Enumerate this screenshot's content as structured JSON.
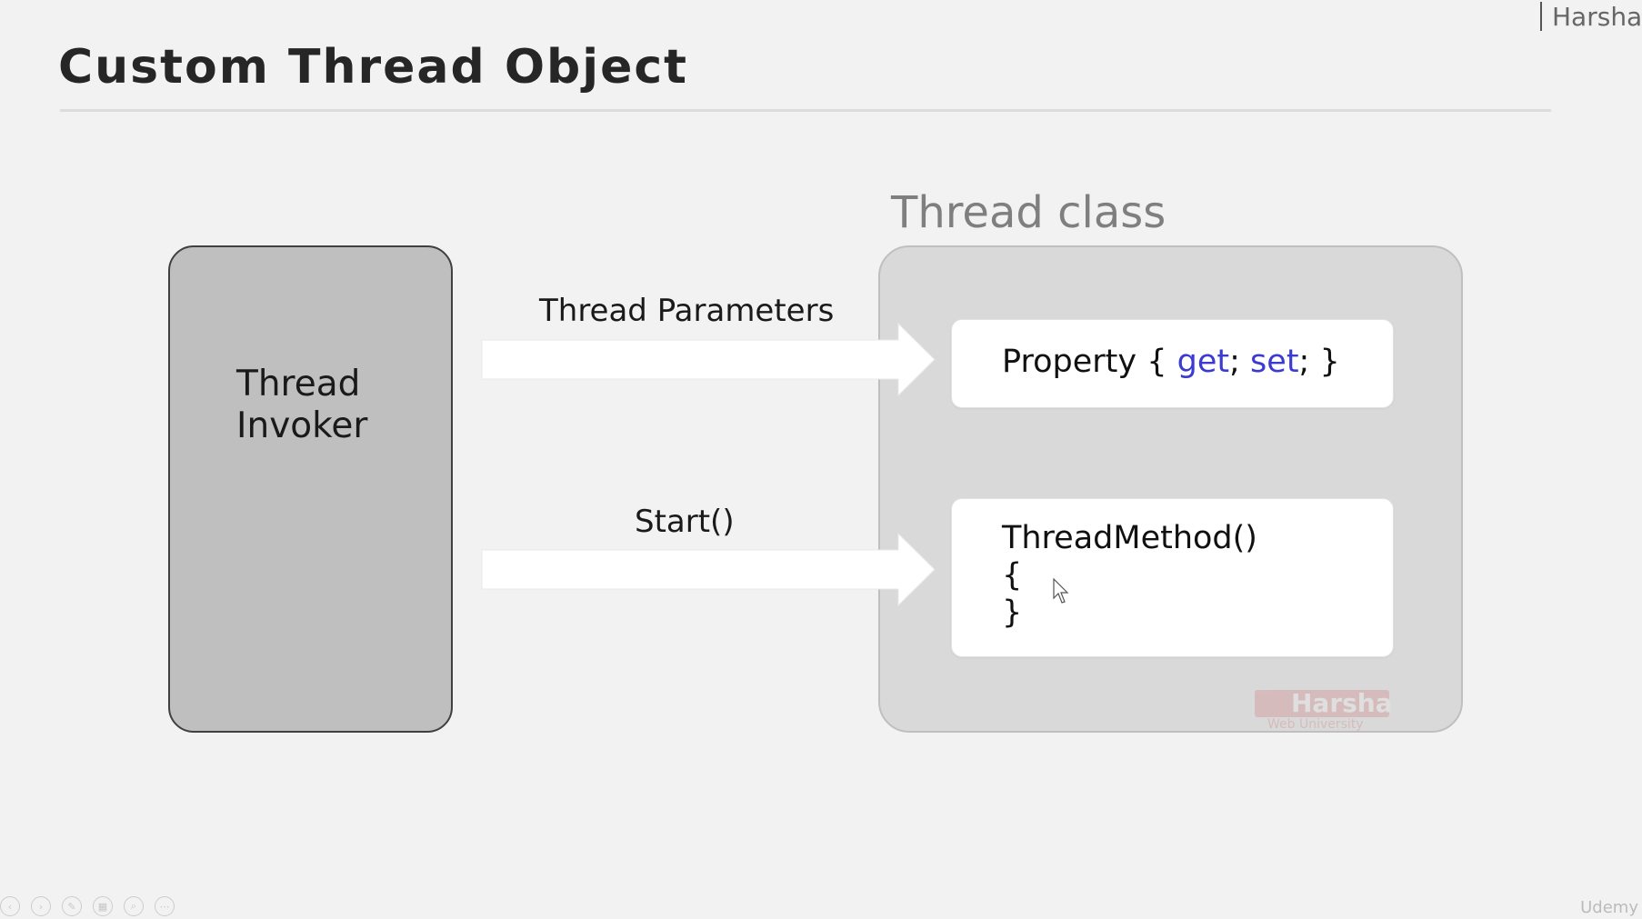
{
  "branding": {
    "top_right": "Harsha",
    "watermark": "Harsha",
    "watermark_sub": "Web University",
    "platform": "Udemy"
  },
  "slide": {
    "title": "Custom Thread Object"
  },
  "diagram": {
    "invoker": {
      "label": "Thread\nInvoker"
    },
    "thread_class": {
      "title": "Thread class"
    },
    "arrows": [
      {
        "label": "Thread Parameters"
      },
      {
        "label": "Start()"
      }
    ],
    "property_card": {
      "name": "Property",
      "open": " { ",
      "get": "get",
      "sep1": "; ",
      "set": "set",
      "close": "; }"
    },
    "method_card": {
      "signature": "ThreadMethod()",
      "open_brace": "{",
      "close_brace": "}"
    }
  },
  "colors": {
    "keyword": "#3b3bd1",
    "invoker_fill": "#bfbfbf",
    "class_fill": "#d9d9d9",
    "background": "#f2f2f2"
  },
  "player_controls": [
    {
      "icon": "back-icon",
      "glyph": "‹"
    },
    {
      "icon": "forward-icon",
      "glyph": "›"
    },
    {
      "icon": "pen-icon",
      "glyph": "✎"
    },
    {
      "icon": "slides-icon",
      "glyph": "▦"
    },
    {
      "icon": "zoom-icon",
      "glyph": "⌕"
    },
    {
      "icon": "more-icon",
      "glyph": "⋯"
    }
  ]
}
